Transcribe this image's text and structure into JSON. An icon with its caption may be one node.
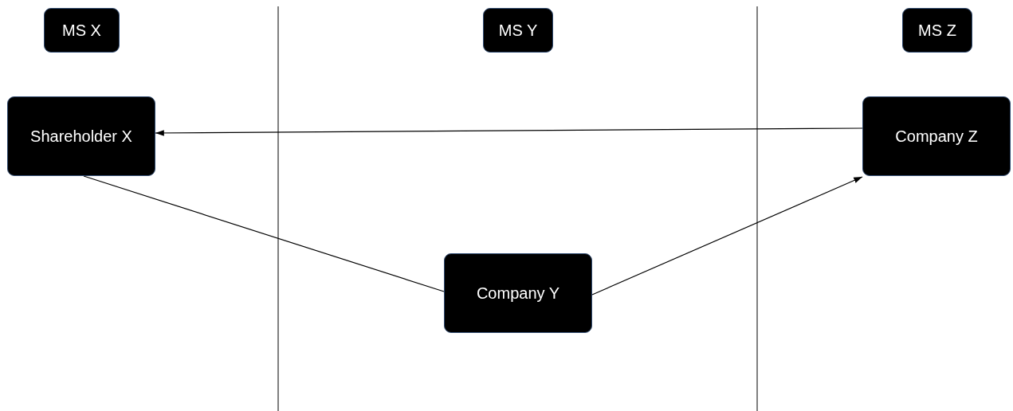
{
  "diagram": {
    "nodes": [
      {
        "text": [
          "MS X"
        ]
      },
      {
        "text": [
          "MS Y"
        ]
      },
      {
        "text": [
          "MS Z"
        ]
      },
      {
        "text": [
          "Shareholder X"
        ]
      },
      {
        "text": [
          "Company Z"
        ]
      },
      {
        "text": [
          "Company Y"
        ]
      }
    ],
    "edges": [
      {
        "from": 4,
        "to": 3,
        "arrow": "to"
      },
      {
        "from": 3,
        "to": 5,
        "arrow": "none"
      },
      {
        "from": 5,
        "to": 4,
        "arrow": "to"
      }
    ]
  }
}
